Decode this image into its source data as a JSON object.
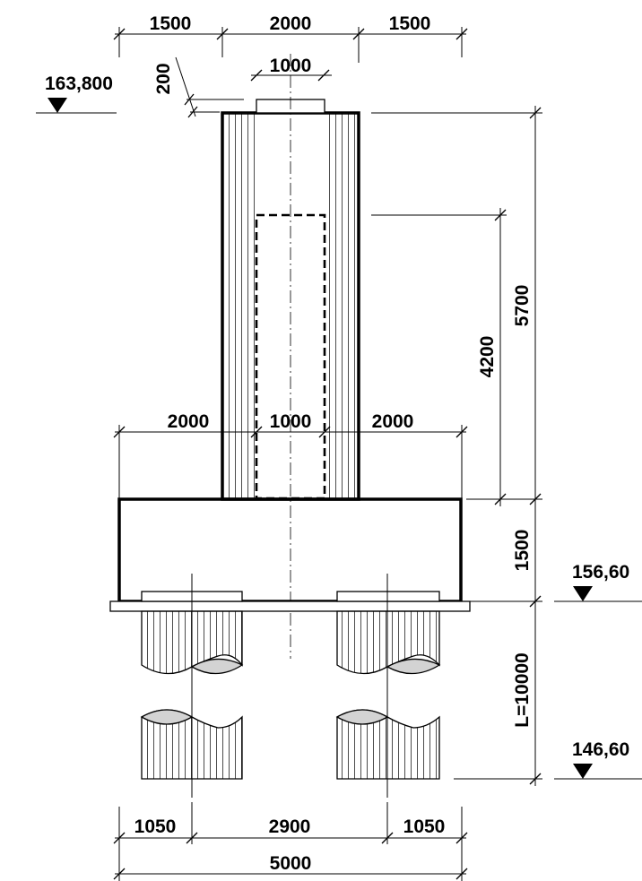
{
  "dimensions": {
    "top_left": "1500",
    "top_mid": "2000",
    "top_right": "1500",
    "cap_width": "1000",
    "cap_height": "200",
    "mid_left": "2000",
    "mid_mid": "1000",
    "mid_right": "2000",
    "column_height": "5700",
    "socket_depth": "4200",
    "cap_thickness": "1500",
    "pile_length": "L=10000",
    "bot_left": "1050",
    "bot_mid": "2900",
    "bot_right": "1050",
    "total_width": "5000"
  },
  "elevations": {
    "top": "163,800",
    "cap_top": "156,60",
    "pile_tip": "146,60"
  },
  "colors": {
    "line": "#000000",
    "pile_section": "#d3d3d3",
    "background": "#ffffff"
  },
  "icons": {
    "elevation_marker": "filled-down-triangle"
  }
}
